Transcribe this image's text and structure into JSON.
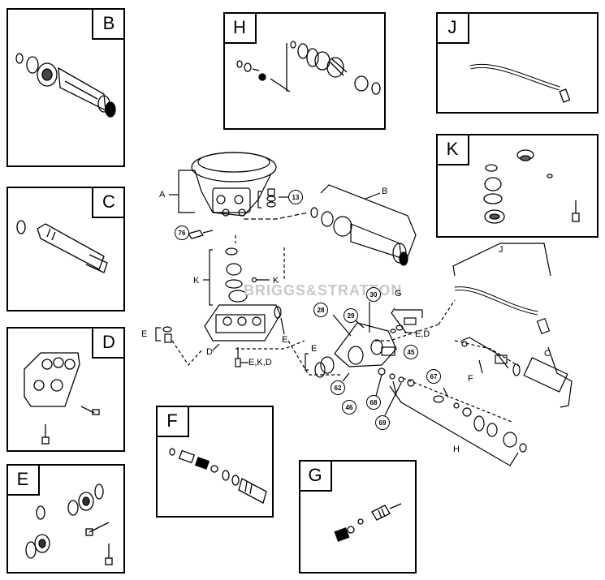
{
  "boxes": {
    "B": "B",
    "C": "C",
    "D": "D",
    "E": "E",
    "F": "F",
    "G": "G",
    "H": "H",
    "J": "J",
    "K": "K"
  },
  "callouts": {
    "A": "A",
    "B": "B",
    "C": "C",
    "E1": "E",
    "E2": "E",
    "E3": "E",
    "ED1": "E,D",
    "EKD": "E,K,D",
    "F": "F",
    "G": "G",
    "H": "H",
    "J": "J",
    "K1": "K",
    "K2": "K",
    "D": "D"
  },
  "part_numbers": {
    "p13": "13",
    "p76": "76",
    "p30": "30",
    "p28": "28",
    "p29": "29",
    "p45": "45",
    "p62": "62",
    "p46": "46",
    "p68": "68",
    "p67": "67",
    "p69": "69"
  },
  "watermark": "BRIGGS&STRATTON"
}
